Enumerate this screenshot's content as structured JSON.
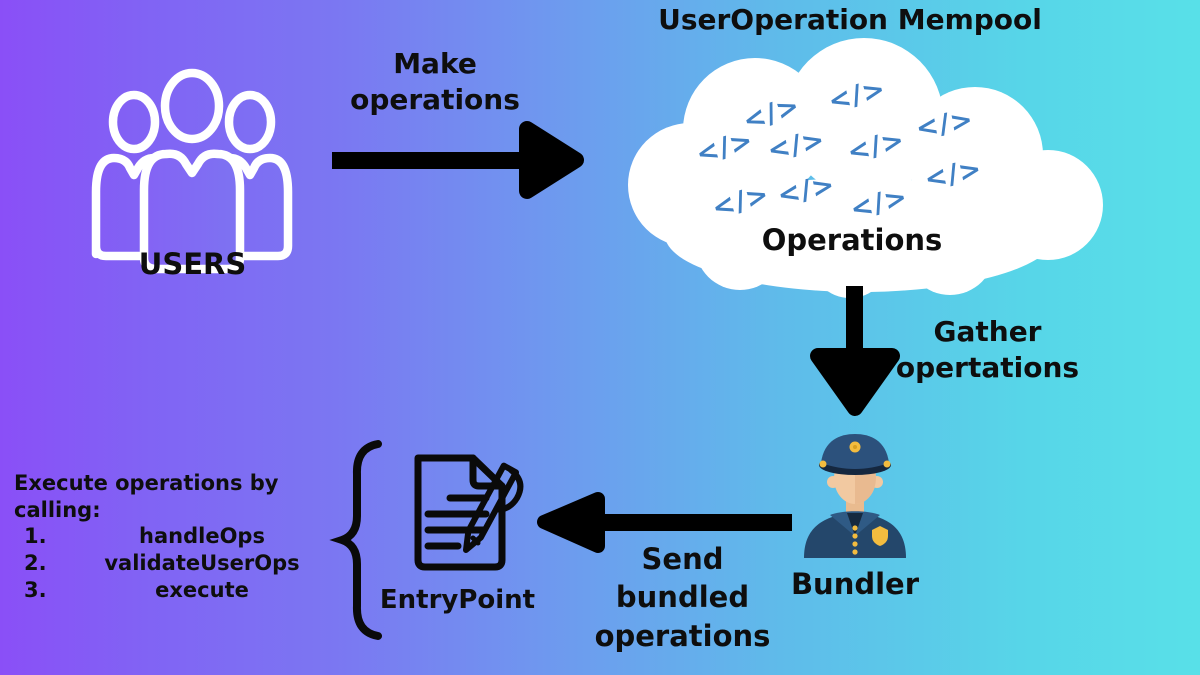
{
  "background": {
    "gradient_left": "#8a4ff7",
    "gradient_right": "#58e0e8",
    "arrow_color": "#000000",
    "text_color": "#0e0e0e"
  },
  "users": {
    "label": "USERS",
    "icon": "three-users-outline",
    "icon_color": "#ffffff"
  },
  "make_operations": {
    "line1": "Make",
    "line2": "operations"
  },
  "mempool": {
    "title": "UserOperation Mempool",
    "cloud_label": "Operations",
    "code_glyph": "</>",
    "code_icon_count": 10,
    "code_color": "#4080c4",
    "cloud_color": "#ffffff"
  },
  "gather": {
    "line1": "Gather",
    "line2": "opertations"
  },
  "bundler": {
    "label": "Bundler",
    "icon": "police-officer",
    "uniform_color": "#24476b",
    "badge_color": "#f3bc3f",
    "skin_color": "#f2c9a1"
  },
  "send_bundled": {
    "line1": "Send",
    "line2": "bundled",
    "line3": "operations"
  },
  "entrypoint": {
    "label": "EntryPoint",
    "icon": "document-with-pen"
  },
  "execute_list": {
    "title": "Execute operations by calling:",
    "items": [
      {
        "num": "1.",
        "name": "handleOps"
      },
      {
        "num": "2.",
        "name": "validateUserOps"
      },
      {
        "num": "3.",
        "name": "execute"
      }
    ]
  }
}
